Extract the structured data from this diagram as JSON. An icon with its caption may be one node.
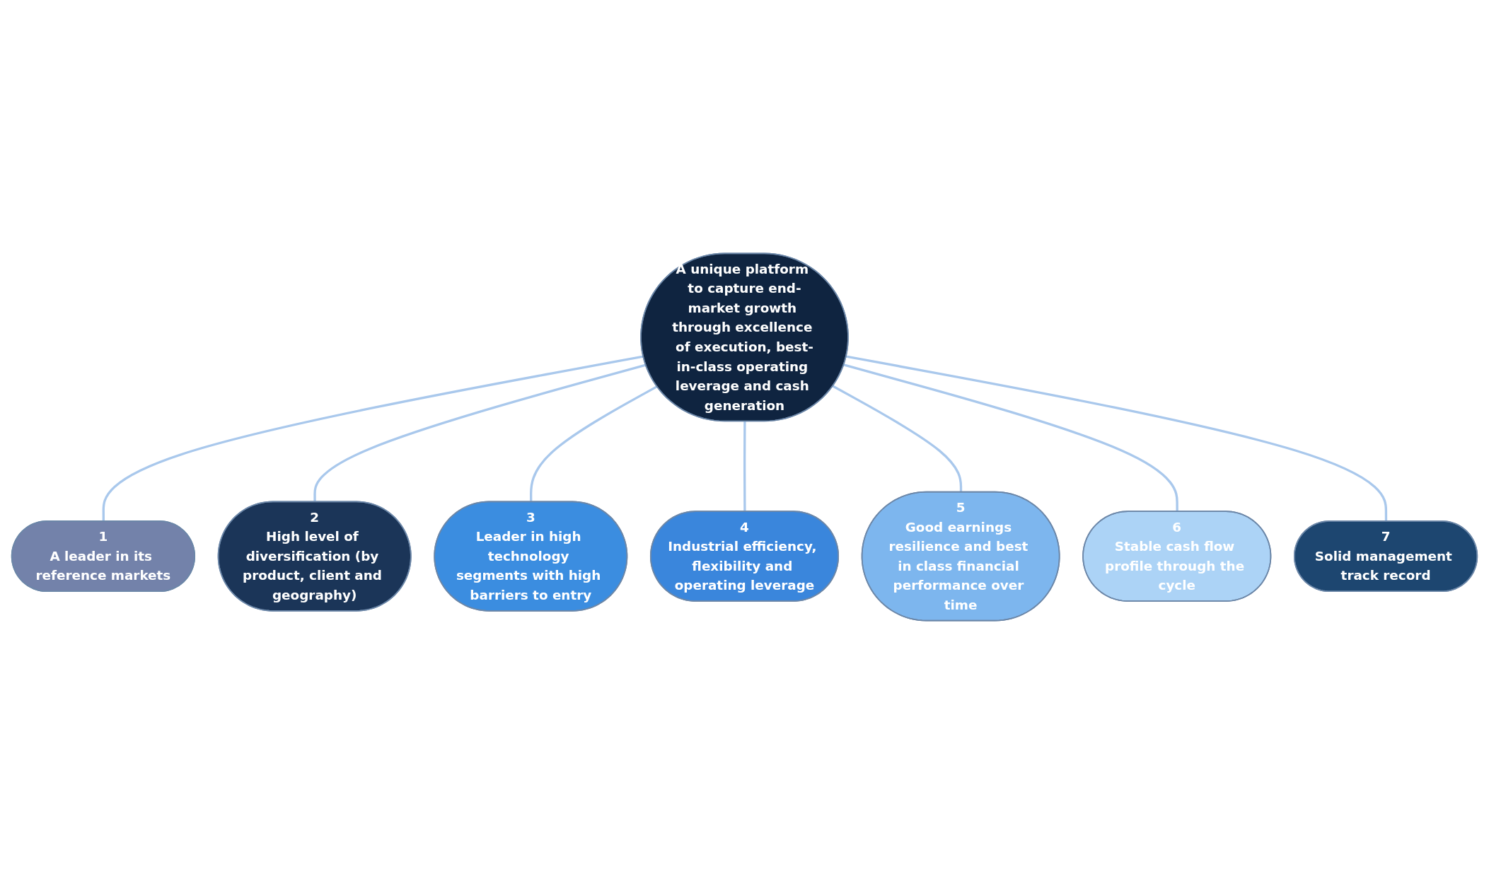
{
  "diagram": {
    "nodes": [
      {
        "text": [
          "A unique platform to capture end-market growth through excellence of execution, best-in-class operating leverage and cash generation"
        ]
      },
      {
        "text": [
          "1",
          "A leader in its reference markets"
        ]
      },
      {
        "text": [
          "2",
          "High level of diversification (by product, client and geography)"
        ]
      },
      {
        "text": [
          "3",
          "Leader in high technology segments with high barriers to entry"
        ]
      },
      {
        "text": [
          "4",
          "Industrial efficiency, flexibility and operating leverage"
        ]
      },
      {
        "text": [
          "5",
          "Good earnings resilience and best in class financial performance over time"
        ]
      },
      {
        "text": [
          "6",
          "Stable cash flow profile through the cycle"
        ]
      },
      {
        "text": [
          "7",
          "Solid management track record"
        ]
      }
    ],
    "edges": [
      {
        "from": 0,
        "to": 1,
        "arrow": "none"
      },
      {
        "from": 0,
        "to": 2,
        "arrow": "none"
      },
      {
        "from": 0,
        "to": 3,
        "arrow": "none"
      },
      {
        "from": 0,
        "to": 4,
        "arrow": "none"
      },
      {
        "from": 0,
        "to": 5,
        "arrow": "none"
      },
      {
        "from": 0,
        "to": 6,
        "arrow": "none"
      },
      {
        "from": 0,
        "to": 7,
        "arrow": "none"
      }
    ]
  }
}
